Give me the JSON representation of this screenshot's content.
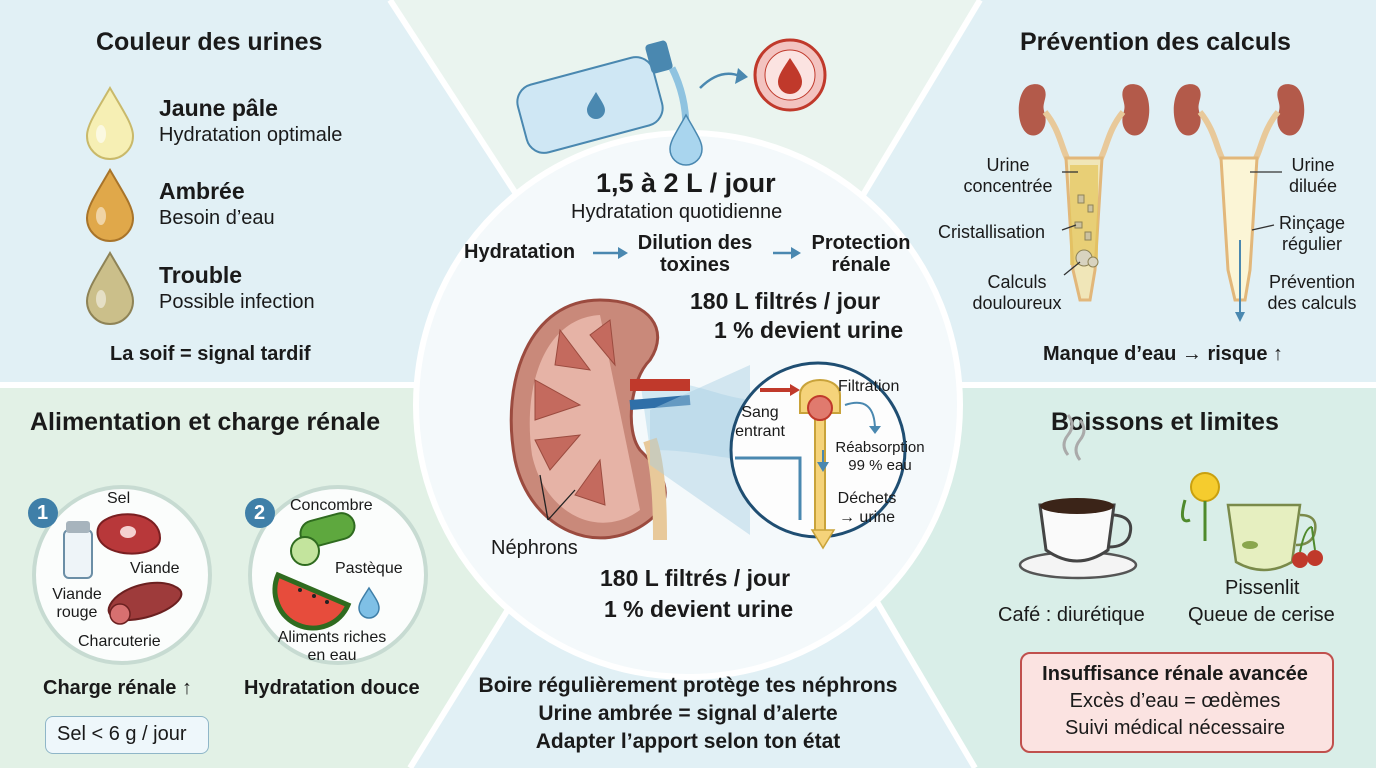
{
  "urine_colors": {
    "title": "Couleur des urines",
    "items": [
      {
        "name": "Jaune pâle",
        "desc": "Hydratation optimale",
        "color": "#f6efb4"
      },
      {
        "name": "Ambrée",
        "desc": "Besoin d’eau",
        "color": "#e0a84a"
      },
      {
        "name": "Trouble",
        "desc": "Possible infection",
        "color": "#cbbf8a"
      }
    ],
    "footer": "La soif = signal tardif"
  },
  "center": {
    "intake": "1,5 à 2 L / jour",
    "intake_desc": "Hydratation quotidienne",
    "flow": [
      "Hydratation",
      "Dilution des toxines",
      "Protection rénale"
    ],
    "filtered_top": [
      "180 L filtrés / jour",
      "1 % devient urine"
    ],
    "filtered_bottom": [
      "180 L filtrés / jour",
      "1 % devient urine"
    ],
    "nephrons_label": "Néphrons",
    "nephron_detail": {
      "blood_in": "Sang entrant",
      "filtration": "Filtration",
      "reabsorption": "Réabsorption 99 % eau",
      "waste": "Déchets → urine"
    }
  },
  "stones": {
    "title": "Prévention des calculs",
    "left_labels": [
      "Urine concentrée",
      "Cristallisation",
      "Calculs douloureux"
    ],
    "right_labels": [
      "Urine diluée",
      "Rinçage régulier",
      "Prévention des calculs"
    ],
    "footer": "Manque d’eau → risque ↑"
  },
  "food": {
    "title": "Alimentation et charge rénale",
    "plate1": {
      "number": "1",
      "items": [
        "Sel",
        "Viande",
        "Viande rouge",
        "Charcuterie"
      ],
      "caption": "Charge rénale ↑"
    },
    "plate2": {
      "number": "2",
      "items": [
        "Concombre",
        "Pastèque",
        "Aliments riches en eau"
      ],
      "caption": "Hydratation douce"
    },
    "salt_limit": "Sel < 6 g / jour"
  },
  "bottom_messages": [
    "Boire régulièrement protège tes néphrons",
    "Urine ambrée = signal d’alerte",
    "Adapter l’apport selon ton état"
  ],
  "drinks": {
    "title": "Boissons et limites",
    "coffee": "Café : diurétique",
    "herbal": [
      "Pissenlit",
      "Queue de cerise"
    ],
    "warning_title": "Insuffisance rénale avancée",
    "warning_lines": [
      "Excès d’eau = œdèmes",
      "Suivi médical nécessaire"
    ]
  },
  "colors": {
    "accent_blue": "#4a88b0",
    "arrow_red": "#c0392b",
    "warning_border": "#c0504d"
  }
}
